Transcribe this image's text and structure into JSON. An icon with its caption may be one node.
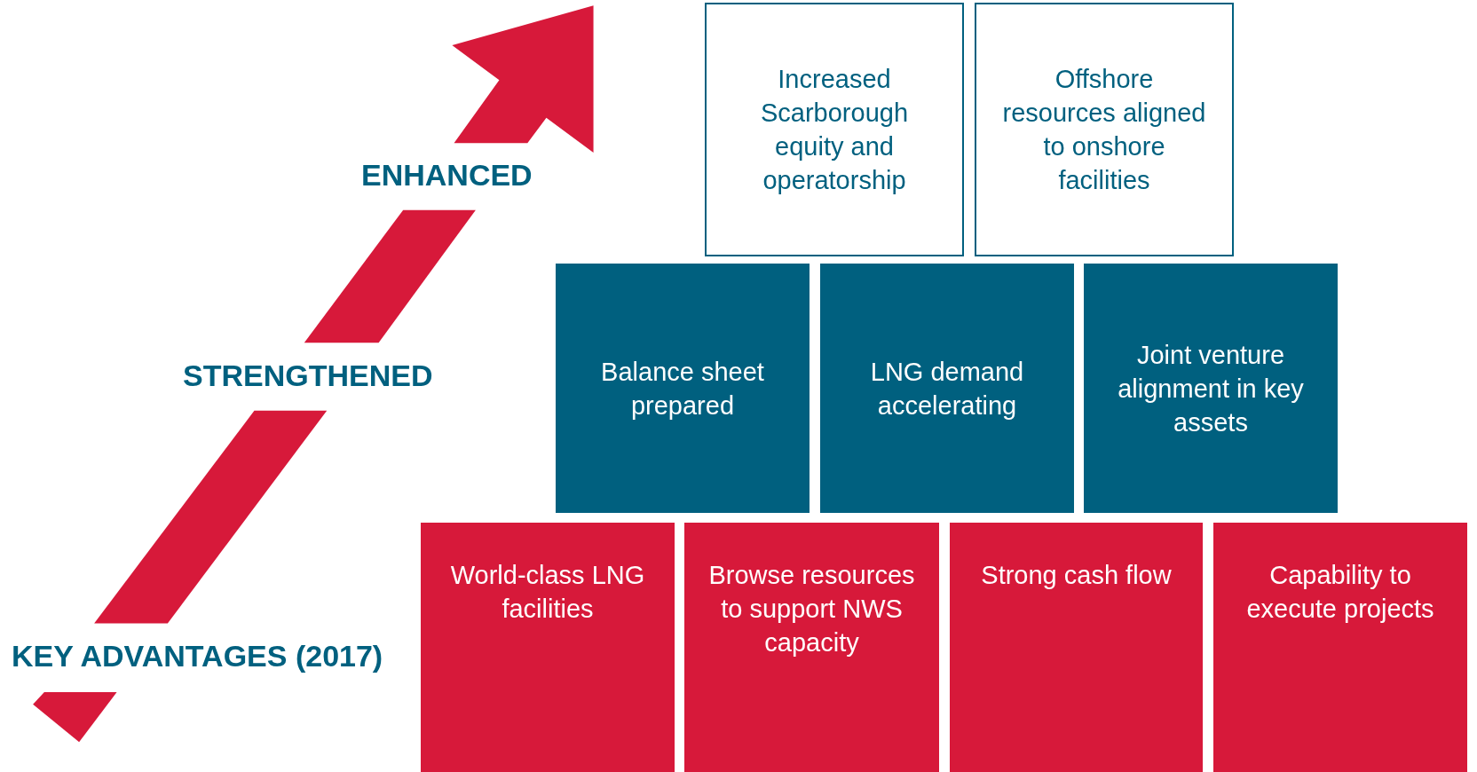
{
  "diagram": {
    "nodes": [
      {
        "text": [
          "Increased Scarborough equity and operatorship"
        ]
      },
      {
        "text": [
          "Offshore resources aligned to onshore facilities"
        ]
      },
      {
        "text": [
          "Balance sheet prepared"
        ]
      },
      {
        "text": [
          "LNG demand accelerating"
        ]
      },
      {
        "text": [
          "Joint venture alignment in key assets"
        ]
      },
      {
        "text": [
          "World-class LNG facilities"
        ]
      },
      {
        "text": [
          "Browse resources to support NWS capacity"
        ]
      },
      {
        "text": [
          "Strong cash flow"
        ]
      },
      {
        "text": [
          "Capability to execute projects"
        ]
      }
    ],
    "edges": [],
    "labels": [
      "ENHANCED",
      "STRENGTHENED",
      "KEY ADVANTAGES (2017)"
    ]
  }
}
